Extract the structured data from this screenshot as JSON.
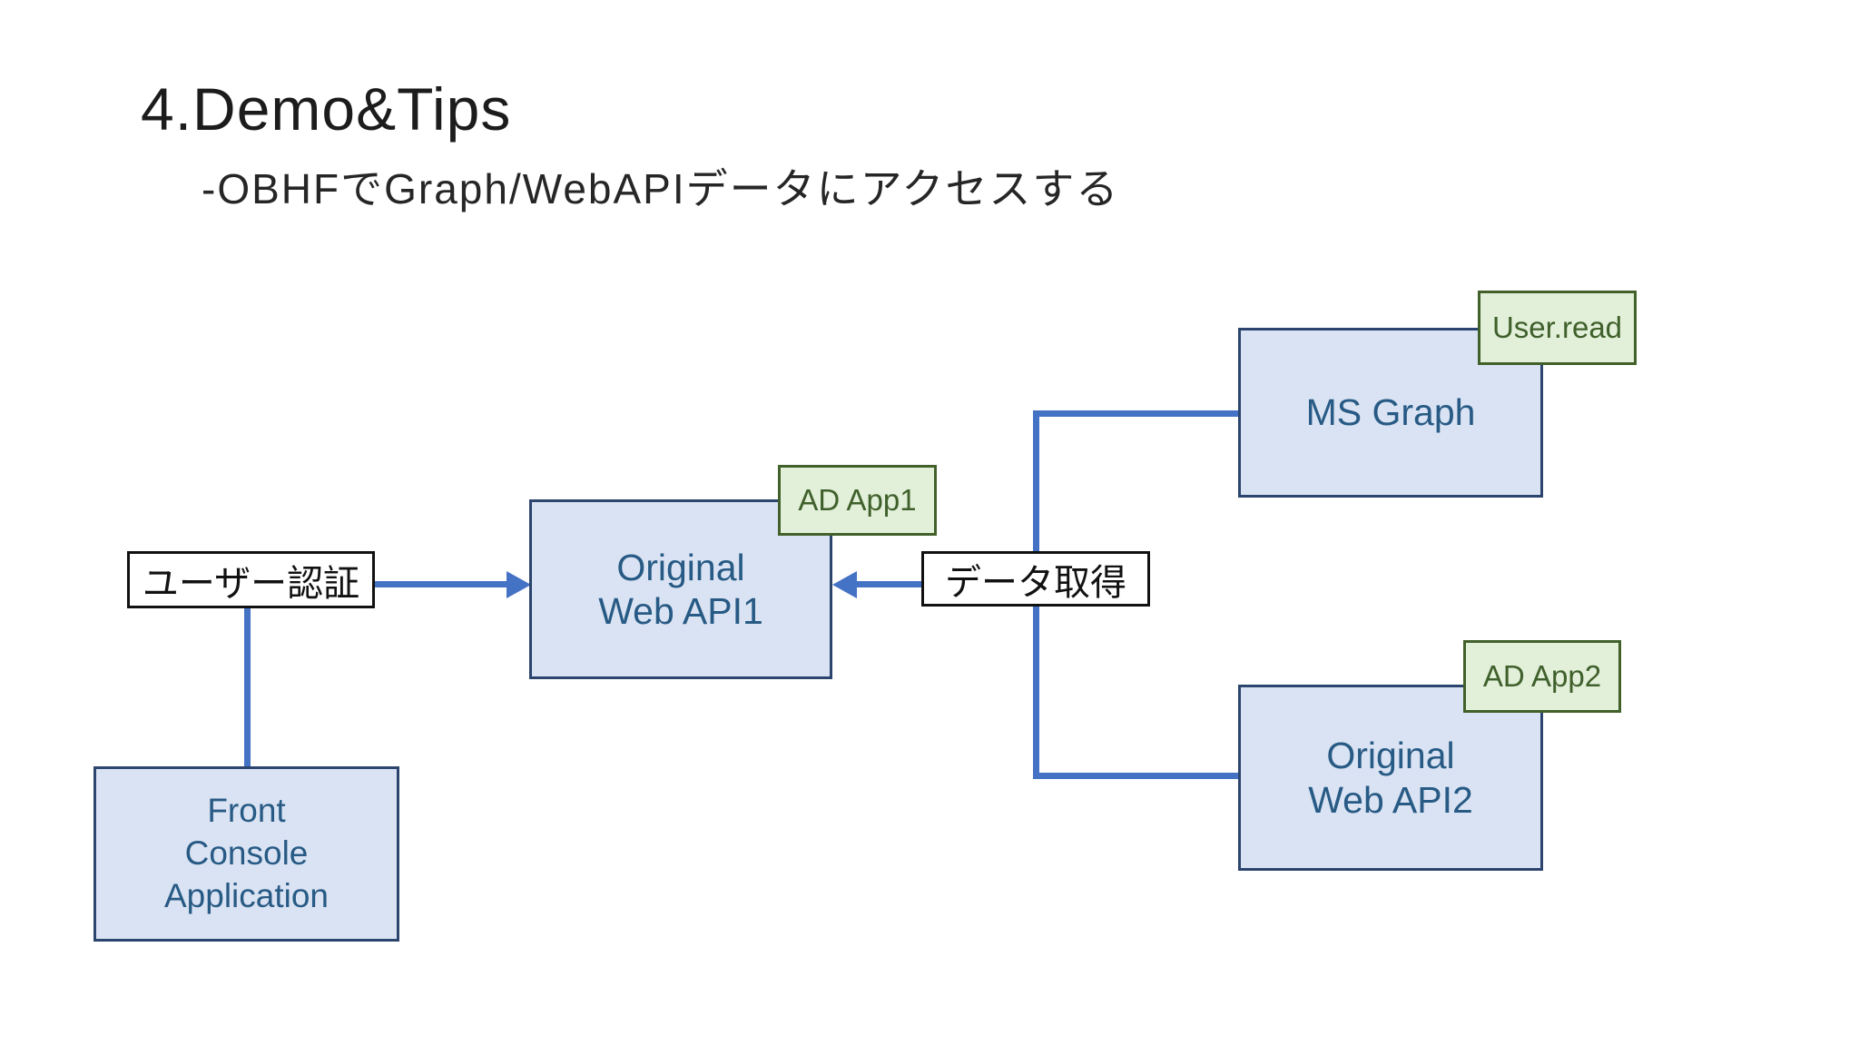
{
  "slide": {
    "title": "4.Demo&Tips",
    "subtitle": "-OBHFでGraph/WebAPIデータにアクセスする"
  },
  "nodes": {
    "front_console": {
      "label": "Front\nConsole\nApplication"
    },
    "user_auth": {
      "label": "ユーザー認証"
    },
    "original_web_api1": {
      "label": "Original\nWeb API1"
    },
    "ad_app1": {
      "label": "AD App1"
    },
    "data_fetch": {
      "label": "データ取得"
    },
    "ms_graph": {
      "label": "MS Graph"
    },
    "user_read": {
      "label": "User.read"
    },
    "original_web_api2": {
      "label": "Original\nWeb API2"
    },
    "ad_app2": {
      "label": "AD App2"
    }
  },
  "edges": [
    {
      "from": "user_auth",
      "to": "original_web_api1",
      "style": "arrow-right"
    },
    {
      "from": "user_auth",
      "to": "front_console",
      "style": "plain-line"
    },
    {
      "from": "data_fetch",
      "to": "original_web_api1",
      "style": "arrow-left"
    },
    {
      "from": "data_fetch",
      "to": "ms_graph",
      "style": "plain-elbow"
    },
    {
      "from": "data_fetch",
      "to": "original_web_api2",
      "style": "plain-elbow"
    }
  ],
  "colors": {
    "background": "#ffffff",
    "node_fill": "#dae3f3",
    "node_border": "#2c456e",
    "node_text": "#275a84",
    "tag_fill": "#e2efd9",
    "tag_border": "#41602a",
    "tag_text": "#3f602b",
    "plain_box_border": "#111111",
    "connector": "#4472c4",
    "title_text": "#1c1c1c"
  }
}
